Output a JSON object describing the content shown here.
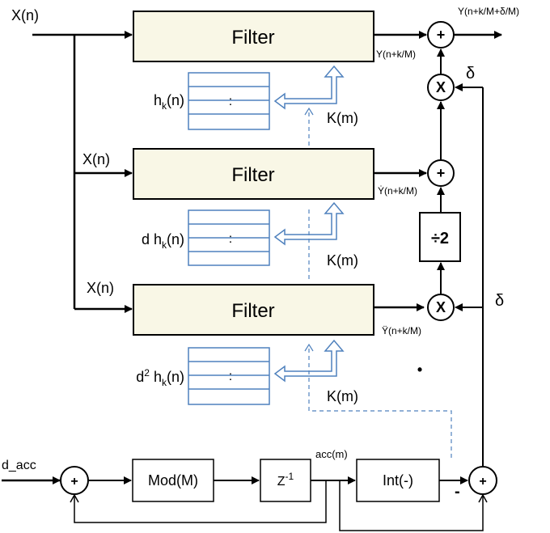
{
  "filters": [
    {
      "label": "Filter",
      "coef_prefix": "",
      "coef_symbol": "h",
      "coef_sub": "k",
      "coef_arg": "(n)",
      "table_text": ":",
      "input_label": "X(n)",
      "k_label": "K(m)",
      "output_label": "Y(n+k/M)"
    },
    {
      "label": "Filter",
      "coef_prefix": "d ",
      "coef_symbol": "h",
      "coef_sub": "k",
      "coef_arg": "(n)",
      "table_text": ":",
      "input_label": "X(n)",
      "k_label": "K(m)",
      "output_label": "Ẏ(n+k/M)"
    },
    {
      "label": "Filter",
      "coef_prefix": "d",
      "coef_sup": "2",
      "coef_symbol": " h",
      "coef_sub": "k",
      "coef_arg": "(n)",
      "table_text": ":",
      "input_label": "X(n)",
      "k_label": "K(m)",
      "output_label": "Ÿ(n+k/M)"
    }
  ],
  "output_label": "Y(n+k/M+δ/M)",
  "delta_label": "δ",
  "ops": {
    "plus": "+",
    "times": "X",
    "div2": "÷2",
    "minus": "-"
  },
  "dot": "•",
  "bottom": {
    "input_label": "d_acc",
    "mod_label": "Mod(M)",
    "delay_base": "Z",
    "delay_sup": "-1",
    "acc_label": "acc(m)",
    "int_label": "Int(-)"
  },
  "colors": {
    "filter_fill": "#f9f7e6",
    "table_stroke": "#4f81bd",
    "line": "#000000"
  }
}
